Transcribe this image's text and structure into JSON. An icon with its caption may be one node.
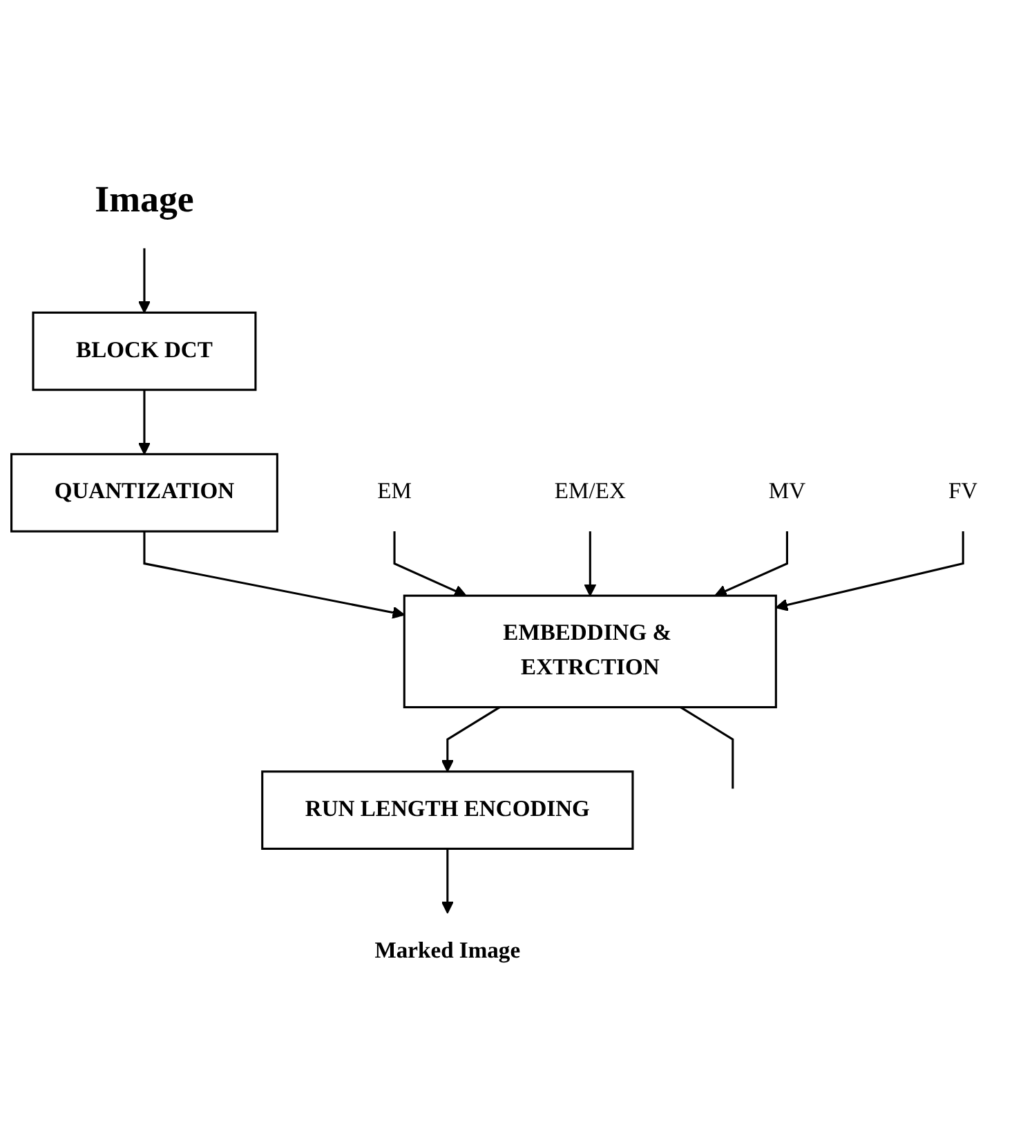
{
  "diagram": {
    "nodes": [
      {
        "text": [
          "Image"
        ]
      },
      {
        "text": [
          "BLOCK DCT"
        ]
      },
      {
        "text": [
          "QUANTIZATION"
        ]
      },
      {
        "text": [
          "EMBEDDING & EXTRCTION"
        ]
      },
      {
        "text": [
          "RUN LENGTH ENCODING"
        ]
      },
      {
        "text": [
          "Marked Image"
        ]
      },
      {
        "text": [
          "EM"
        ]
      },
      {
        "text": [
          "EM/EX"
        ]
      },
      {
        "text": [
          "MV"
        ]
      },
      {
        "text": [
          "FV"
        ]
      }
    ],
    "edges": [
      {
        "from": 0,
        "to": 1,
        "arrow": "to"
      },
      {
        "from": 1,
        "to": 2,
        "arrow": "to"
      },
      {
        "from": 2,
        "to": 3,
        "arrow": "to"
      },
      {
        "from": 6,
        "to": 3,
        "arrow": "to"
      },
      {
        "from": 7,
        "to": 3,
        "arrow": "to"
      },
      {
        "from": 8,
        "to": 3,
        "arrow": "to"
      },
      {
        "from": 3,
        "to": null,
        "arrow": "none"
      },
      {
        "from": 9,
        "to": 3,
        "arrow": "to"
      },
      {
        "from": 3,
        "to": 4,
        "arrow": "to"
      },
      {
        "from": 4,
        "to": 5,
        "arrow": "to"
      }
    ]
  }
}
